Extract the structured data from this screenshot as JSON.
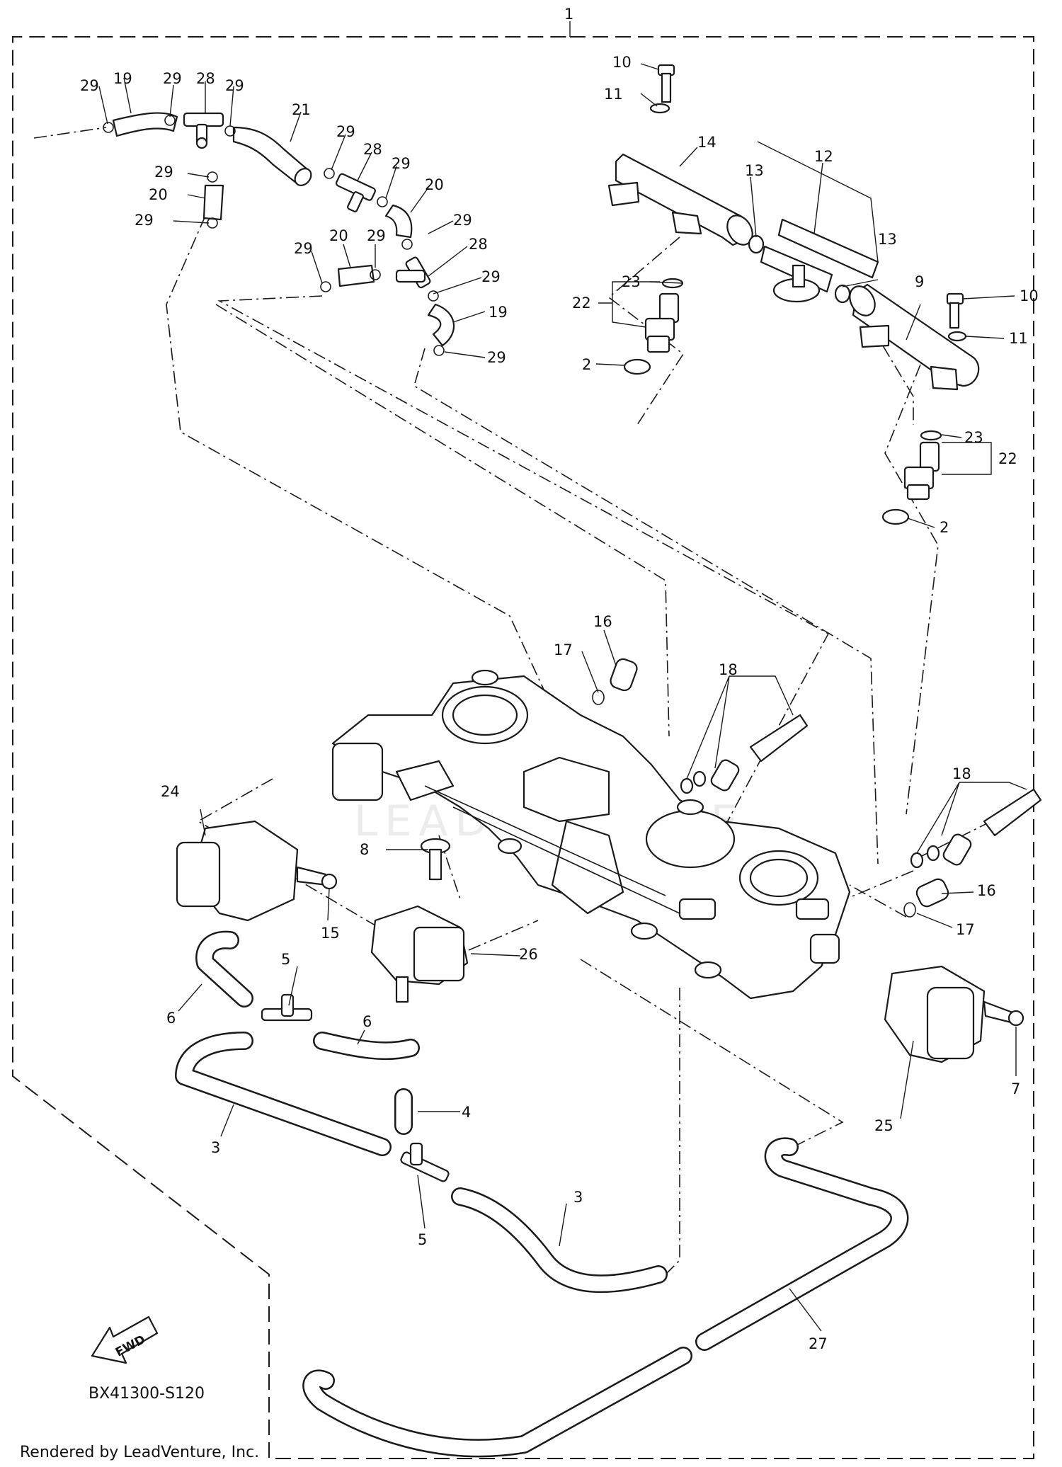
{
  "diagram": {
    "assembly_number": "1",
    "drawing_code": "BX41300-S120",
    "direction_label": "FWD",
    "footer": "Rendered by LeadVenture, Inc.",
    "watermark": "LEADVENTURE"
  },
  "callouts": {
    "c1": "1",
    "c2a": "2",
    "c2b": "2",
    "c3a": "3",
    "c3b": "3",
    "c4": "4",
    "c5a": "5",
    "c5b": "5",
    "c6a": "6",
    "c6b": "6",
    "c7": "7",
    "c8": "8",
    "c9": "9",
    "c10a": "10",
    "c10b": "10",
    "c11a": "11",
    "c11b": "11",
    "c12": "12",
    "c13a": "13",
    "c13b": "13",
    "c14": "14",
    "c15": "15",
    "c16a": "16",
    "c16b": "16",
    "c17a": "17",
    "c17b": "17",
    "c18a": "18",
    "c18b": "18",
    "c19a": "19",
    "c19b": "19",
    "c20a": "20",
    "c20b": "20",
    "c20c": "20",
    "c21": "21",
    "c22a": "22",
    "c22b": "22",
    "c23a": "23",
    "c23b": "23",
    "c24": "24",
    "c25": "25",
    "c26": "26",
    "c27": "27",
    "c28a": "28",
    "c28b": "28",
    "c28c": "28",
    "c29a": "29",
    "c29b": "29",
    "c29c": "29",
    "c29d": "29",
    "c29e": "29",
    "c29f": "29",
    "c29g": "29",
    "c29h": "29",
    "c29i": "29",
    "c29j": "29",
    "c29k": "29"
  }
}
